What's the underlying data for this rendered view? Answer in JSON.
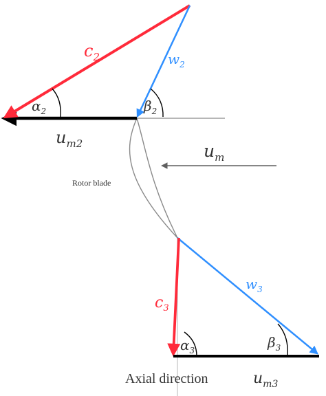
{
  "labels": {
    "c2": {
      "main": "c",
      "sub": "2"
    },
    "w2": {
      "main": "w",
      "sub": "2"
    },
    "alpha2": {
      "main": "α",
      "sub": "2"
    },
    "beta2": {
      "main": "β",
      "sub": "2"
    },
    "um2": {
      "main": "u",
      "sub": "m2"
    },
    "um": {
      "main": "u",
      "sub": "m"
    },
    "rotor_blade": "Rotor blade",
    "c3": {
      "main": "c",
      "sub": "3"
    },
    "w3": {
      "main": "w",
      "sub": "3"
    },
    "alpha3": {
      "main": "α",
      "sub": "3"
    },
    "beta3": {
      "main": "β",
      "sub": "3"
    },
    "axial_direction": "Axial direction",
    "um3": {
      "main": "u",
      "sub": "m3"
    }
  },
  "colors": {
    "absolute_velocity": "#ff2a3a",
    "relative_velocity": "#2f8fff",
    "blade_velocity": "#000000",
    "blade_outline": "#8a8a8a",
    "reference_line": "#8a8a8a",
    "text": "#333333"
  }
}
